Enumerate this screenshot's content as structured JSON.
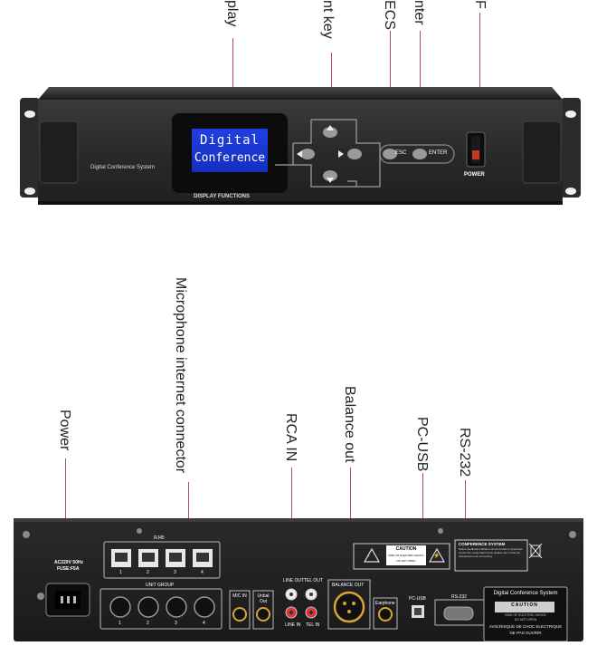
{
  "front_panel": {
    "callouts": [
      {
        "id": "display",
        "text": "play"
      },
      {
        "id": "navigation",
        "text": "nt key"
      },
      {
        "id": "esc",
        "text": "ECS"
      },
      {
        "id": "enter",
        "text": "nter"
      },
      {
        "id": "power",
        "text": "F"
      }
    ],
    "lcd_line1": "Digital",
    "lcd_line2": "Conference",
    "brand_text": "Digital Conference System",
    "display_functions": "DISPLAY FUNCTIONS",
    "esc_label": "ESC",
    "enter_label": "ENTER",
    "power_label": "POWER"
  },
  "rear_panel": {
    "callouts": [
      {
        "id": "power",
        "text": "Power"
      },
      {
        "id": "mic_connector",
        "text": "Microphone internet connector"
      },
      {
        "id": "rca_in",
        "text": "RCA IN"
      },
      {
        "id": "balance_out",
        "text": "Balance out"
      },
      {
        "id": "pc_usb",
        "text": "PC-USB"
      },
      {
        "id": "rs232",
        "text": "RS-232"
      }
    ],
    "power_spec_1": "AC220V 50Hz",
    "power_spec_2": "FUSE:F5A",
    "rj45_label": "RJ45",
    "rj45_ports": [
      "1",
      "2",
      "3",
      "4"
    ],
    "unit_group_label": "UNIT GROUP",
    "unit_group_ports": [
      "1",
      "2",
      "3",
      "4"
    ],
    "mic_in_label": "MIC IN",
    "unbal_out_label": "Unbal Out",
    "line_out_label": "LINE OUT",
    "tel_out_label": "TEL OUT",
    "line_in_label": "LINE IN",
    "tel_in_label": "TEL IN",
    "balance_out_label": "BALANCE OUT",
    "earphone_label": "Earphone",
    "pc_usb_label": "PC-USB",
    "rs232_label": "RS-232",
    "caution_title": "CAUTION",
    "caution_line1": "RISK OF ELECTRIC SHOCK",
    "caution_line2": "DO NOT OPEN",
    "conference_system_title": "CONFERENCE SYSTEM",
    "conference_system_text": "built-in feedback inhibition circuit 3 kinds of speeches control the mode Main frame divides into 3 roles for microphone unit connecting",
    "sticker_title": "Digital Conference System",
    "sticker_caution": "CAUTION",
    "sticker_line1": "RISK OF ELECTRIC SHOCK",
    "sticker_line2": "DO NOT OPEN",
    "sticker_fr1": "AVIS:RISQUE DE CHOC ELECTRIQUE",
    "sticker_fr2": "NE PAS OUVRIR"
  }
}
